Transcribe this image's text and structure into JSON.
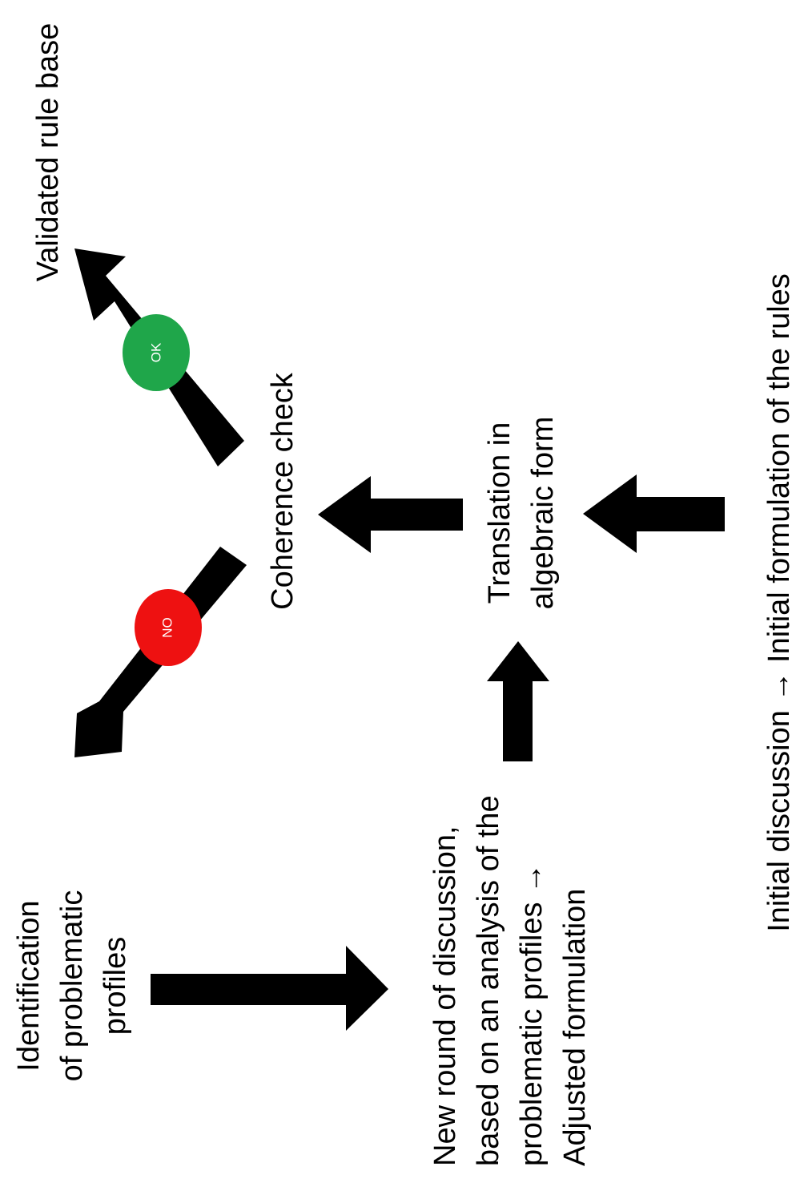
{
  "diagram": {
    "labels": {
      "initial": "Initial discussion → Initial formulation of the rules",
      "translation": [
        "Translation in",
        "algebraic form"
      ],
      "coherence": "Coherence check",
      "validated": "Validated rule base",
      "identification": [
        "Identification",
        "of problematic",
        "profiles"
      ],
      "new_round": [
        "New round of discussion,",
        "based on an analysis of the",
        "problematic profiles →",
        "Adjusted formulation"
      ]
    },
    "badges": {
      "ok": "OK",
      "no": "NO"
    },
    "colors": {
      "ok": "#1fa64a",
      "no": "#ee1111",
      "arrow": "#000000"
    }
  }
}
